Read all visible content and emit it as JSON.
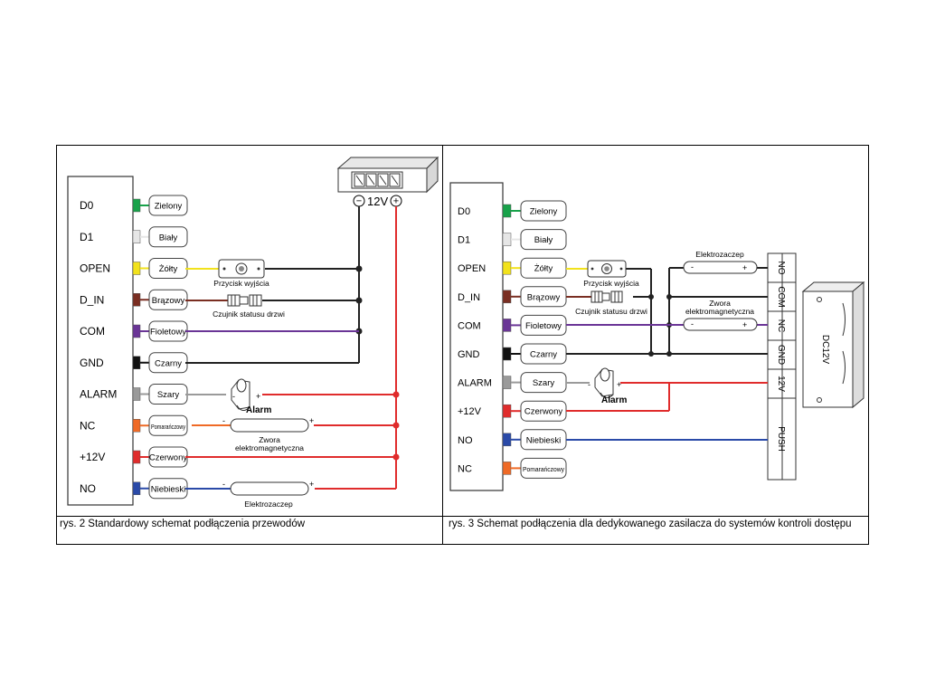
{
  "diagram_1": {
    "pins": [
      {
        "label": "D0",
        "wire": "Zielony",
        "color": "#18a24a"
      },
      {
        "label": "D1",
        "wire": "Biały",
        "color": "#e6e6e6"
      },
      {
        "label": "OPEN",
        "wire": "Żółty",
        "color": "#f2e21c"
      },
      {
        "label": "D_IN",
        "wire": "Brązowy",
        "color": "#7a2e22"
      },
      {
        "label": "COM",
        "wire": "Fioletowy",
        "color": "#6a3596"
      },
      {
        "label": "GND",
        "wire": "Czarny",
        "color": "#111111"
      },
      {
        "label": "ALARM",
        "wire": "Szary",
        "color": "#9a9a9a"
      },
      {
        "label": "NC",
        "wire": "Pomarańczowy",
        "color": "#ef6a26"
      },
      {
        "label": "+12V",
        "wire": "Czerwony",
        "color": "#e02c2c"
      },
      {
        "label": "NO",
        "wire": "Niebieski",
        "color": "#2a4aa8"
      }
    ],
    "psu_minus": "−",
    "psu_label": "12V",
    "psu_plus": "+",
    "exit_button": "Przycisk wyjścia",
    "door_sensor": "Czujnik statusu drzwi",
    "alarm": "Alarm",
    "maglock_line1": "Zwora",
    "maglock_line2": "elektromagnetyczna",
    "strike": "Elektrozaczep",
    "minus": "-",
    "plus": "+"
  },
  "diagram_2": {
    "pins": [
      {
        "label": "D0",
        "wire": "Zielony",
        "color": "#18a24a"
      },
      {
        "label": "D1",
        "wire": "Biały",
        "color": "#e6e6e6"
      },
      {
        "label": "OPEN",
        "wire": "Żółty",
        "color": "#f2e21c"
      },
      {
        "label": "D_IN",
        "wire": "Brązowy",
        "color": "#7a2e22"
      },
      {
        "label": "COM",
        "wire": "Fioletowy",
        "color": "#6a3596"
      },
      {
        "label": "GND",
        "wire": "Czarny",
        "color": "#111111"
      },
      {
        "label": "ALARM",
        "wire": "Szary",
        "color": "#9a9a9a"
      },
      {
        "label": "+12V",
        "wire": "Czerwony",
        "color": "#e02c2c"
      },
      {
        "label": "NO",
        "wire": "Niebieski",
        "color": "#2a4aa8"
      },
      {
        "label": "NC",
        "wire": "Pomarańczowy",
        "color": "#ef6a26"
      }
    ],
    "exit_button": "Przycisk wyjścia",
    "door_sensor": "Czujnik statusu drzwi",
    "alarm": "Alarm",
    "strike": "Elektrozaczep",
    "maglock_line1": "Zwora",
    "maglock_line2": "elektromagnetyczna",
    "minus": "-",
    "plus": "+",
    "terminals": [
      "NO",
      "COM",
      "NC",
      "GND",
      "12V",
      "PUSH"
    ],
    "psu_label": "DC12V"
  },
  "captions": {
    "fig2": "rys. 2 Standardowy schemat podłączenia przewodów",
    "fig3": "rys. 3 Schemat podłączenia dla dedykowanego zasilacza do systemów kontroli dostępu"
  }
}
